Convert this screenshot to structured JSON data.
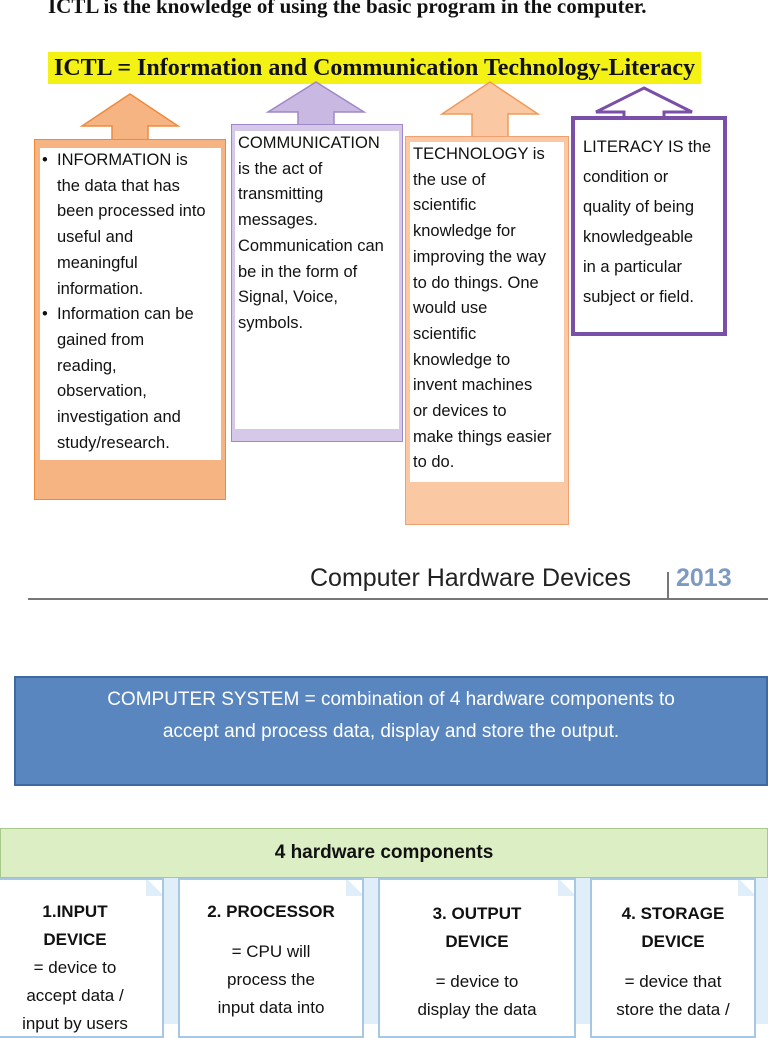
{
  "ictl": {
    "intro": "ICTL is the knowledge of using the basic program in the computer.",
    "definition": "ICTL = Information and Communication Technology-Literacy",
    "information": {
      "bullet1": [
        "INFORMATION  is",
        "the data that has",
        "been processed into",
        "useful and",
        "meaningful",
        "information."
      ],
      "bullet2": [
        "Information can be",
        "gained from",
        "reading,",
        "observation,",
        "investigation and",
        "study/research."
      ]
    },
    "communication": [
      "COMMUNICATION",
      "is the act of",
      "transmitting",
      "messages.",
      "Communication can",
      "be in the form of",
      "Signal, Voice,",
      "symbols."
    ],
    "technology": [
      "TECHNOLOGY is",
      "the use of",
      "scientific",
      "knowledge for",
      "improving the way",
      "to do things. One",
      "would use",
      "scientific",
      "knowledge to",
      "invent machines",
      "or devices to",
      "make things easier",
      "to do."
    ],
    "literacy": [
      "LITERACY IS the",
      "condition or",
      "quality of being",
      "knowledgeable",
      "in a particular",
      "subject or field."
    ],
    "colors": {
      "orange": "#f7b483",
      "orange_border": "#ef8a3d",
      "lavender": "#d5c8e8",
      "lavender_border": "#a088c8",
      "peach": "#fbc8a4",
      "purple": "#7a4fa8",
      "highlight": "#f4f215"
    }
  },
  "hardware": {
    "header_title": "Computer Hardware Devices",
    "header_year": "2013",
    "system_line1": "COMPUTER SYSTEM = combination of 4 hardware components to",
    "system_line2": "accept and process data, display and store the output.",
    "components_title": "4 hardware components",
    "components": [
      {
        "heading": [
          "1.INPUT",
          "DEVICE"
        ],
        "text": [
          "= device to",
          "accept data /",
          "input by users"
        ]
      },
      {
        "heading": [
          "2. PROCESSOR"
        ],
        "text": [
          "= CPU will",
          "process the",
          "input data into"
        ]
      },
      {
        "heading": [
          "3. OUTPUT",
          "DEVICE"
        ],
        "text": [
          "= device to",
          "display the data"
        ]
      },
      {
        "heading": [
          "4. STORAGE",
          "DEVICE"
        ],
        "text": [
          "= device that",
          "store the data /"
        ]
      }
    ]
  }
}
